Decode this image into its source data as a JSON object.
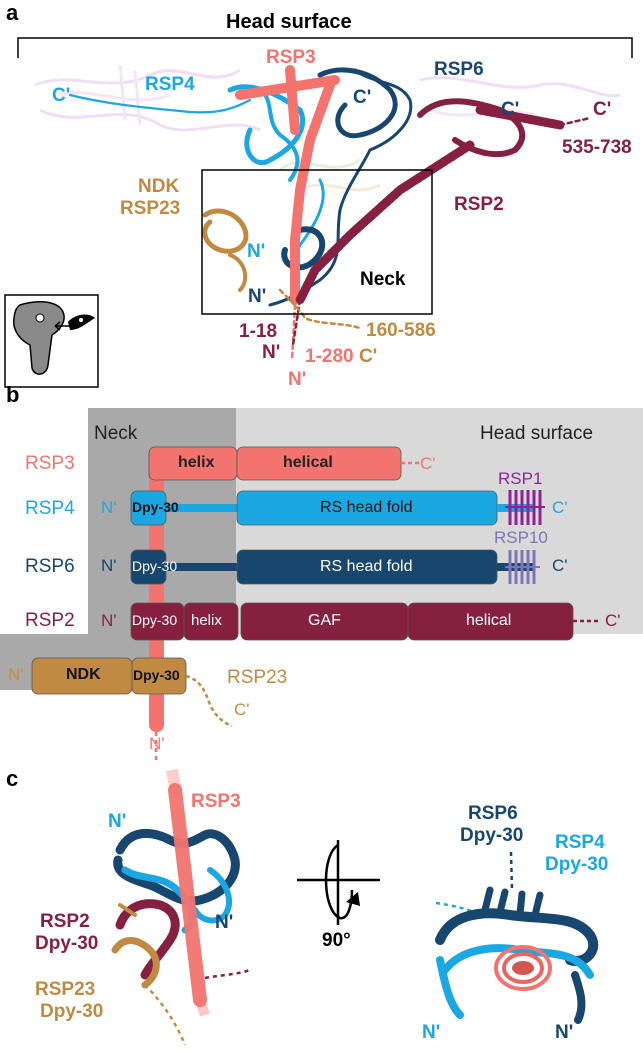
{
  "colors": {
    "rsp3": "#f3746f",
    "rsp4": "#1ba8e2",
    "rsp6": "#17476f",
    "rsp2": "#852041",
    "rsp23": "#c18a43",
    "rsp1": "#8b2596",
    "rsp10": "#8173b7",
    "neck_bg": "#a9a9a9",
    "head_bg": "#d9d9d9",
    "rsp1_text": "#8b2596",
    "rsp10_text": "#8173b7"
  },
  "panel_a": {
    "letter": "a",
    "head_surface": "Head surface",
    "rsp3": "RSP3",
    "rsp4": "RSP4",
    "rsp6": "RSP6",
    "rsp2": "RSP2",
    "ndk": "NDK",
    "rsp23": "RSP23",
    "neck": "Neck",
    "c_prime": "C'",
    "n_prime": "N'",
    "range_535": "535-738",
    "range_1_18": "1-18",
    "range_1_280": "1-280",
    "range_160": "160-586"
  },
  "panel_b": {
    "letter": "b",
    "neck": "Neck",
    "head_surface": "Head surface",
    "rows": [
      "RSP3",
      "RSP4",
      "RSP6",
      "RSP2"
    ],
    "rsp23": "RSP23",
    "helix": "helix",
    "helical": "helical",
    "dpy30": "Dpy-30",
    "rs_head_fold": "RS head fold",
    "gaf": "GAF",
    "ndk": "NDK",
    "rsp1": "RSP1",
    "rsp10": "RSP10",
    "c_prime": "C'",
    "n_prime": "N'"
  },
  "panel_c": {
    "letter": "c",
    "rsp3": "RSP3",
    "n_prime": "N'",
    "rsp2": "RSP2",
    "rsp23": "RSP23",
    "dpy30": "Dpy-30",
    "rotation": "90°",
    "rsp6": "RSP6",
    "rsp4": "RSP4"
  }
}
